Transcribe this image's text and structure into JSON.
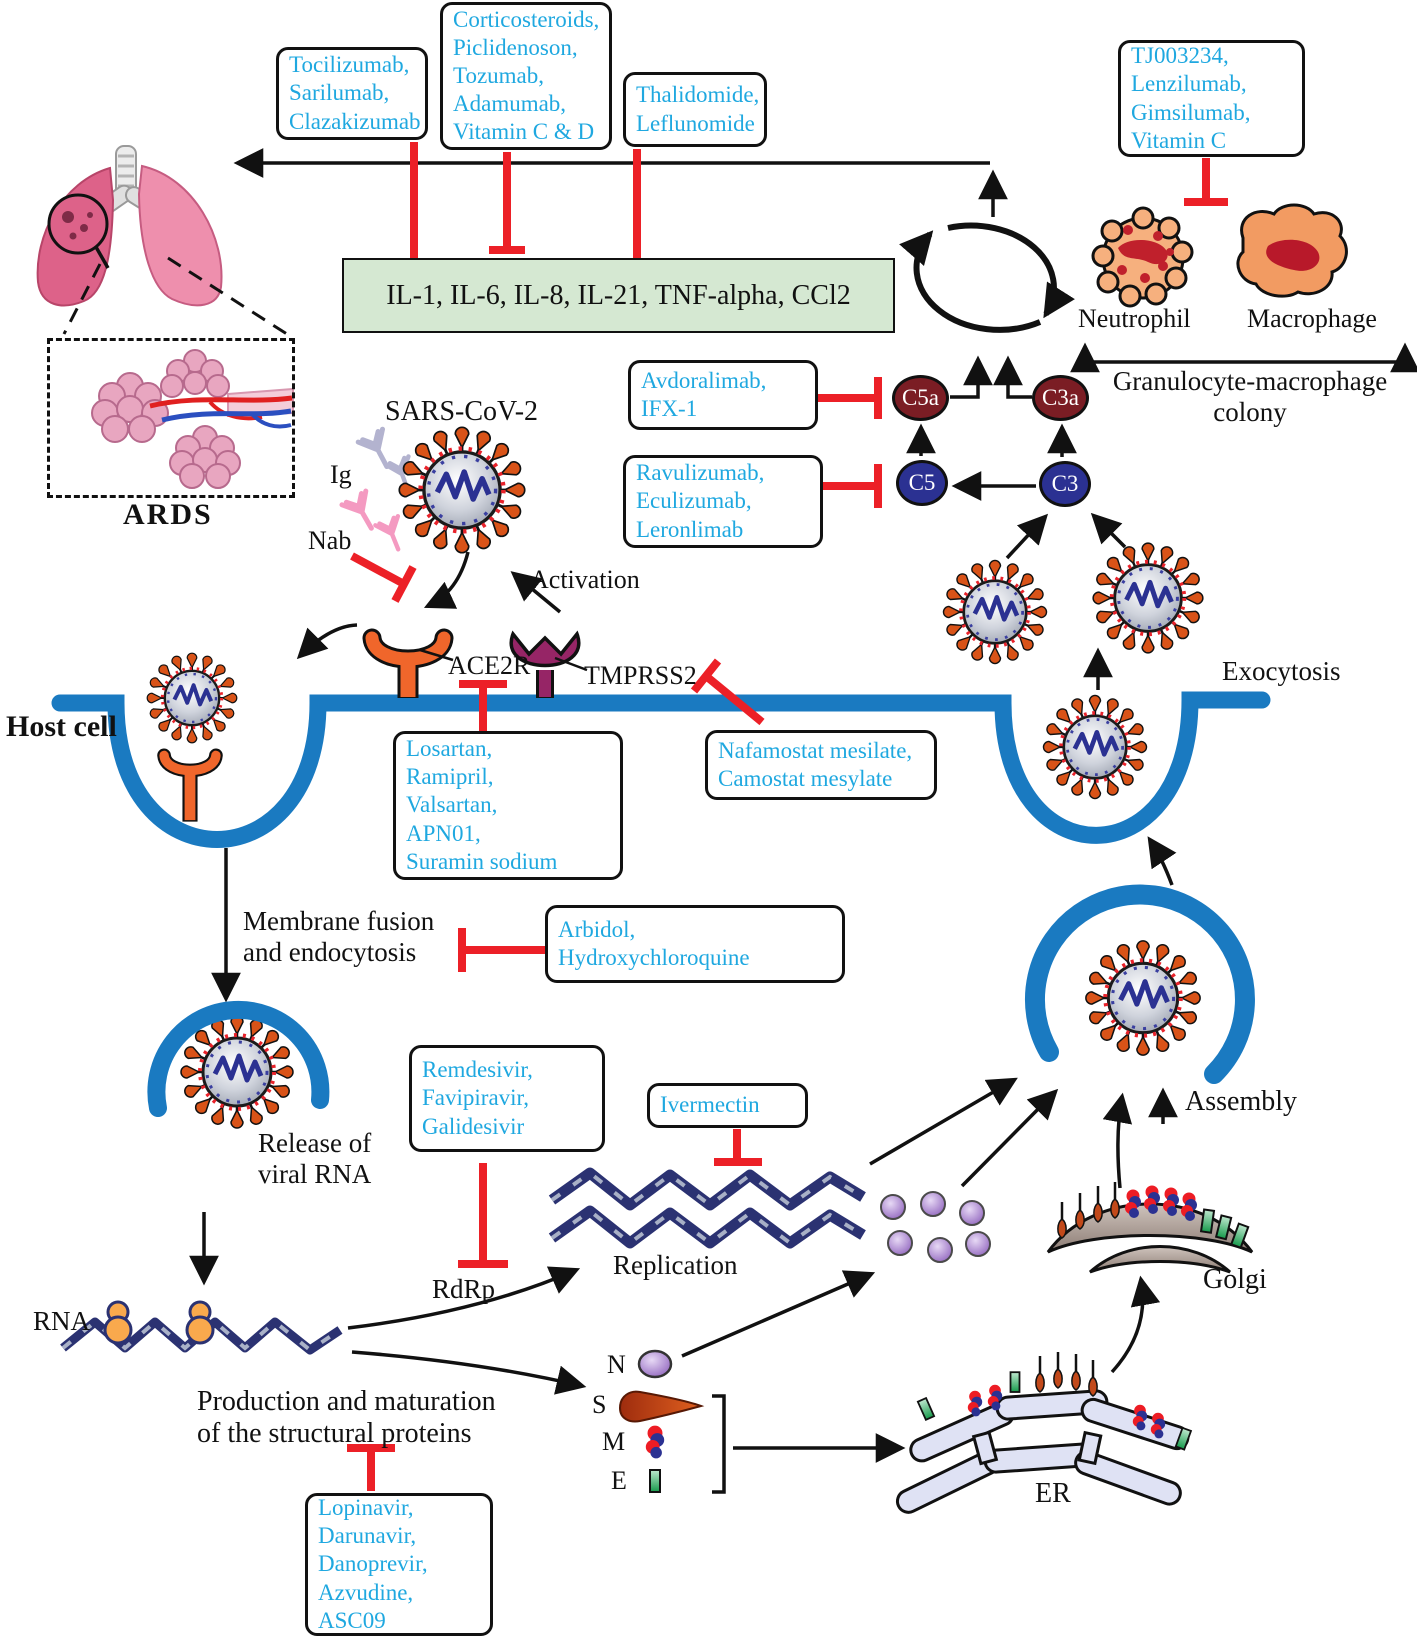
{
  "figure": "SARS-CoV-2 life cycle, host response and candidate drug targets",
  "colors": {
    "drug_text": "#1fa8e0",
    "inhibit_red": "#ec2027",
    "membrane_blue": "#1a7ac1",
    "cytokine_box_bg": "#d5e8d2",
    "anaphylatoxin_red": "#7b1d24",
    "complement_blue": "#2b3192"
  },
  "drug_boxes": {
    "tocilizumab": {
      "text": "Tocilizumab,\nSarilumab,\nClazakizumab"
    },
    "corticosteroids": {
      "text": "Corticosteroids,\nPiclidenoson,\nTozumab,\nAdamumab,\nVitamin C & D"
    },
    "thalidomide": {
      "text": "Thalidomide,\nLeflunomide"
    },
    "tj003234": {
      "text": "TJ003234,\nLenzilumab,\nGimsilumab,\nVitamin C"
    },
    "avdoralimab": {
      "text": "Avdoralimab,\nIFX-1"
    },
    "ravulizumab": {
      "text": "Ravulizumab,\nEculizumab,\nLeronlimab"
    },
    "losartan": {
      "text": "Losartan,\nRamipril,\nValsartan,\nAPN01,\nSuramin sodium"
    },
    "nafamostat": {
      "text": "Nafamostat mesilate,\nCamostat mesylate"
    },
    "arbidol": {
      "text": "Arbidol,\nHydroxychloroquine"
    },
    "remdesivir": {
      "text": "Remdesivir,\nFavipiravir,\nGalidesivir"
    },
    "ivermectin": {
      "text": "Ivermectin"
    },
    "lopinavir": {
      "text": "Lopinavir,\nDarunavir,\nDanoprevir,\nAzvudine,\nASC09"
    }
  },
  "labels": {
    "cytokines": "IL-1, IL-6, IL-8, IL-21, TNF-alpha, CCl2",
    "ards": "ARDS",
    "host_cell": "Host cell",
    "sars_cov_2": "SARS-CoV-2",
    "ig": "Ig",
    "nab": "Nab",
    "activation": "Activation",
    "ace2r": "ACE2R",
    "tmprss2": "TMPRSS2",
    "membrane_fusion": "Membrane fusion\nand endocytosis",
    "release": "Release of\nviral RNA",
    "rna": "RNA",
    "rdrp": "RdRp",
    "replication": "Replication",
    "production": "Production and maturation\nof the structural proteins",
    "protein_n": "N",
    "protein_s": "S",
    "protein_m": "M",
    "protein_e": "E",
    "er": "ER",
    "golgi": "Golgi",
    "assembly": "Assembly",
    "exocytosis": "Exocytosis",
    "neutrophil": "Neutrophil",
    "macrophage": "Macrophage",
    "granulocyte": "Granulocyte-macrophage\ncolony"
  },
  "nodes": {
    "c5a": "C5a",
    "c3a": "C3a",
    "c5": "C5",
    "c3": "C3"
  }
}
